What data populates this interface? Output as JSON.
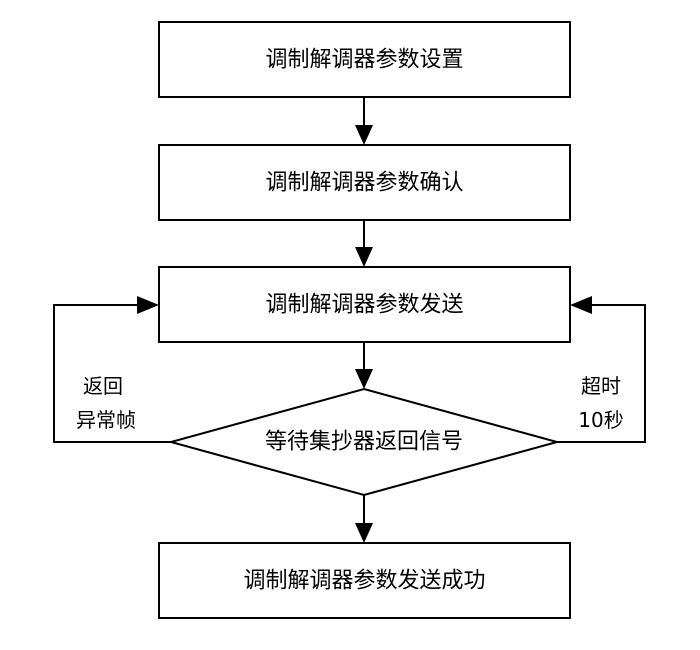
{
  "nodes": {
    "set_params": "调制解调器参数设置",
    "confirm_params": "调制解调器参数确认",
    "send_params": "调制解调器参数发送",
    "wait_signal": "等待集抄器返回信号",
    "send_success": "调制解调器参数发送成功"
  },
  "edges": {
    "abnormal_line1": "返回",
    "abnormal_line2": "异常帧",
    "timeout_line1": "超时",
    "timeout_line2": "10秒"
  }
}
